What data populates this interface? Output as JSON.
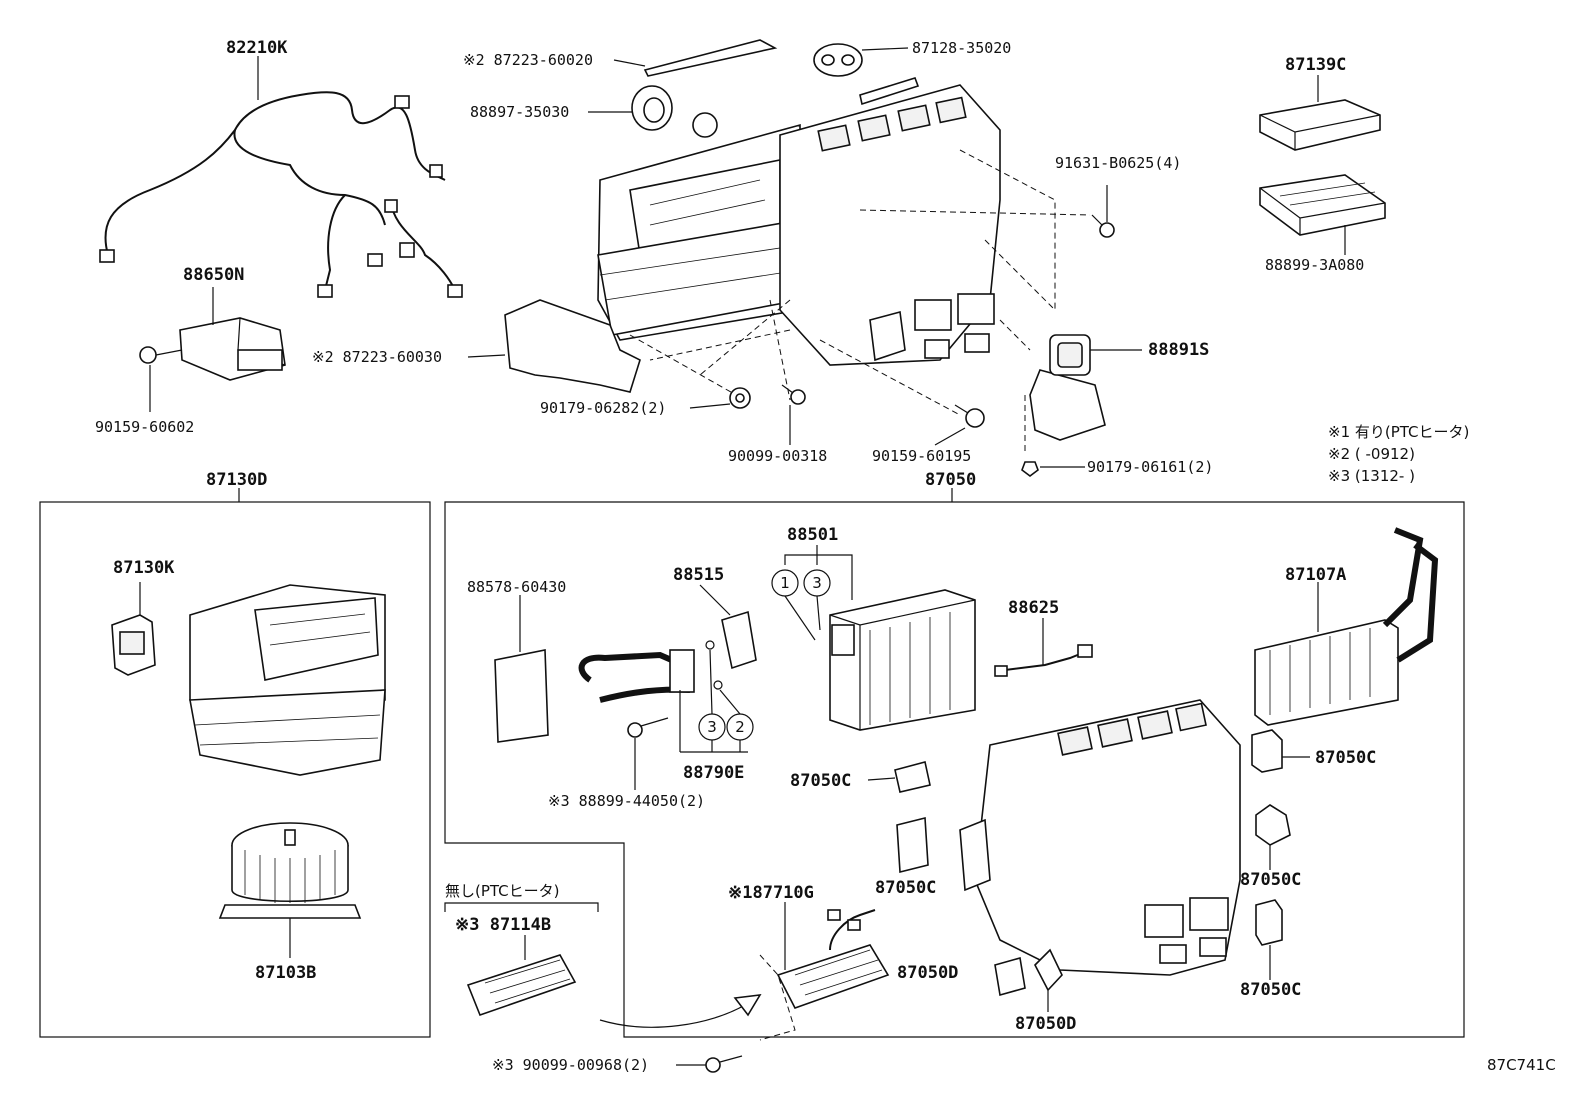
{
  "labels": {
    "p82210K": "82210K",
    "p87223_60020": "※2 87223-60020",
    "p87128_35020": "87128-35020",
    "p88897_35030": "88897-35030",
    "p87139C": "87139C",
    "p91631": "91631-B0625(4)",
    "p88899_3A080": "88899-3A080",
    "p88650N": "88650N",
    "p87223_60030": "※2 87223-60030",
    "p88891S": "88891S",
    "p90159_60602": "90159-60602",
    "p90179_06282": "90179-06282(2)",
    "p90099_00318": "90099-00318",
    "p90159_60195": "90159-60195",
    "p90179_06161": "90179-06161(2)",
    "p87130D": "87130D",
    "p87050": "87050",
    "p87130K": "87130K",
    "p87103B": "87103B",
    "p88501": "88501",
    "p88578_60430": "88578-60430",
    "p88515": "88515",
    "p88625": "88625",
    "p87107A": "87107A",
    "p88790E": "88790E",
    "p88899_44050": "※3 88899-44050(2)",
    "p87050C_a": "87050C",
    "p87050C_b": "87050C",
    "p87050C_c": "87050C",
    "p87050C_d": "87050C",
    "p87050C_e": "87050C",
    "p87710G": "※187710G",
    "p87050D_a": "87050D",
    "p87050D_b": "87050D",
    "p87114B": "※3 87114B",
    "p90099_00968": "※3 90099-00968(2)",
    "ptc_none": "無し(PTCヒータ)",
    "diagram_code": "87C741C"
  },
  "notes": {
    "note1": "※1 有り(PTCヒータ)",
    "note2": "※2 (    -0912)",
    "note3": "※3 (1312-       )"
  },
  "callouts": {
    "c1": "1",
    "c3a": "3",
    "c3b": "3",
    "c2": "2"
  }
}
